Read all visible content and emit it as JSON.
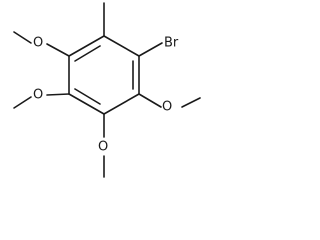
{
  "structure": {
    "atoms": {
      "bromo": "Br",
      "oxygen_1": "O",
      "oxygen_2": "O",
      "oxygen_3": "O",
      "oxygen_4": "O"
    },
    "colors": {
      "ink": "#1a1a1a",
      "background": "#ffffff"
    }
  }
}
